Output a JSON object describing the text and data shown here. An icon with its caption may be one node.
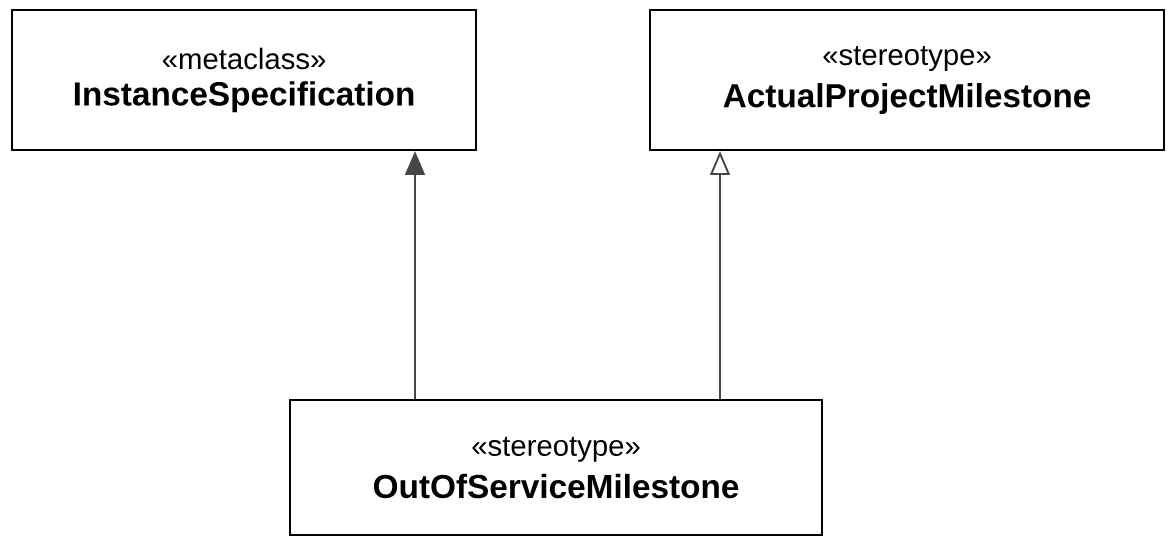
{
  "diagram": {
    "nodes": [
      {
        "text": [
          "«metaclass»",
          "InstanceSpecification"
        ]
      },
      {
        "text": [
          "«stereotype»",
          "ActualProjectMilestone"
        ]
      },
      {
        "text": [
          "«stereotype»",
          "OutOfServiceMilestone"
        ]
      }
    ],
    "edges": [
      {
        "from": 2,
        "to": 0,
        "arrow": "to"
      },
      {
        "from": 2,
        "to": 1,
        "arrow": "to"
      }
    ]
  }
}
